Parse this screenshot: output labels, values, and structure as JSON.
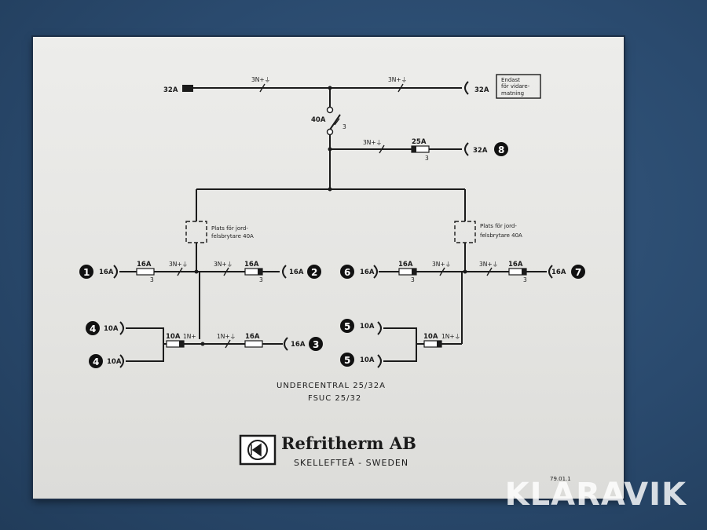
{
  "top": {
    "input_label": "32A",
    "seg_left": "3N+⏚",
    "seg_right": "3N+⏚",
    "output_label": "32A",
    "note_line1": "Endast",
    "note_line2": "för vidare-",
    "note_line3": "matning"
  },
  "main_switch": {
    "label": "40A",
    "poles": "3"
  },
  "branch8": {
    "seg": "3N+⏚",
    "fuse": "25A",
    "poles": "3",
    "out": "32A",
    "num": "8"
  },
  "left": {
    "rcd_line1": "Plats för jord-",
    "rcd_line2": "felsbrytare 40A",
    "out1": {
      "num": "1",
      "amp": "16A",
      "fuse": "16A",
      "poles": "3",
      "seg": "3N+⏚"
    },
    "out2": {
      "num": "2",
      "amp": "16A",
      "fuse": "16A",
      "poles": "3",
      "seg": "3N+⏚"
    },
    "out3": {
      "num": "3",
      "amp": "16A",
      "fuse": "16A",
      "seg": "1N+⏚"
    },
    "sub": {
      "fuse": "10A",
      "seg": "1N+"
    },
    "out4a": {
      "num": "4",
      "amp": "10A"
    },
    "out4b": {
      "num": "4",
      "amp": "10A"
    }
  },
  "right": {
    "rcd_line1": "Plats för jord-",
    "rcd_line2": "felsbrytare 40A",
    "out6": {
      "num": "6",
      "amp": "16A",
      "fuse": "16A",
      "poles": "3",
      "seg": "3N+⏚"
    },
    "out7": {
      "num": "7",
      "amp": "16A",
      "fuse": "16A",
      "poles": "3",
      "seg": "3N+⏚"
    },
    "sub": {
      "fuse": "10A",
      "seg": "1N+⏚"
    },
    "out5a": {
      "num": "5",
      "amp": "10A"
    },
    "out5b": {
      "num": "5",
      "amp": "10A"
    }
  },
  "caption": {
    "line1": "UNDERCENTRAL 25/32A",
    "line2": "FSUC 25/32"
  },
  "brand": {
    "name": "Refritherm AB",
    "city": "SKELLEFTEÅ - SWEDEN",
    "date": "79.01.1"
  },
  "watermark": "KLARAVIK",
  "colors": {
    "background": "#2d4d72",
    "plate": "#e8e8e5",
    "ink": "#1b1b1b"
  }
}
